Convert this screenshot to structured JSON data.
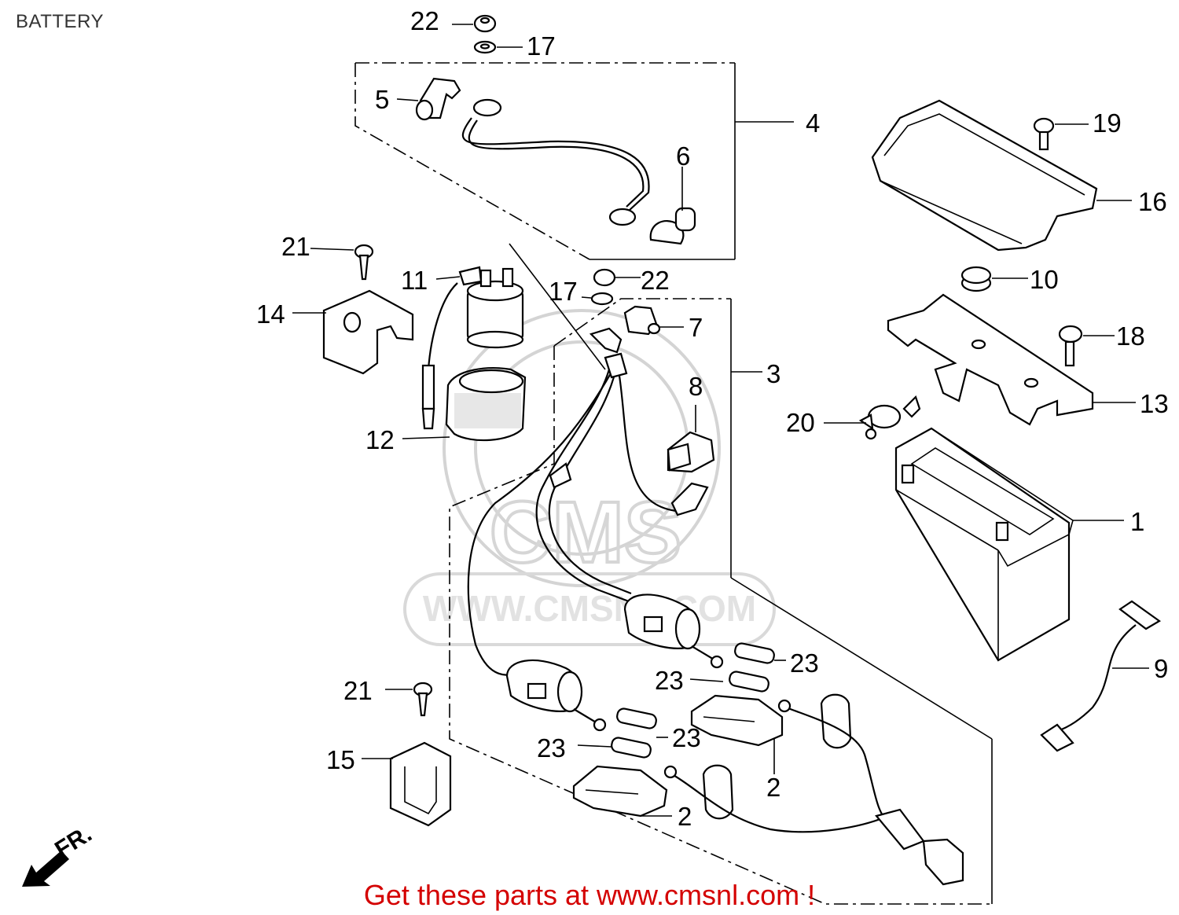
{
  "title": "BATTERY",
  "footer": "Get these parts at www.cmsnl.com !",
  "watermark": {
    "brand": "CMS",
    "url": "WWW.CMSNL.COM"
  },
  "direction_marker": "FR.",
  "callouts": [
    "1",
    "2",
    "2",
    "3",
    "4",
    "5",
    "6",
    "7",
    "8",
    "9",
    "10",
    "11",
    "12",
    "13",
    "14",
    "15",
    "16",
    "17",
    "17",
    "18",
    "19",
    "20",
    "21",
    "21",
    "22",
    "22",
    "23",
    "23",
    "23",
    "23"
  ],
  "colors": {
    "line": "#000000",
    "footer": "#d40000",
    "watermark": "#d4d4d4"
  }
}
